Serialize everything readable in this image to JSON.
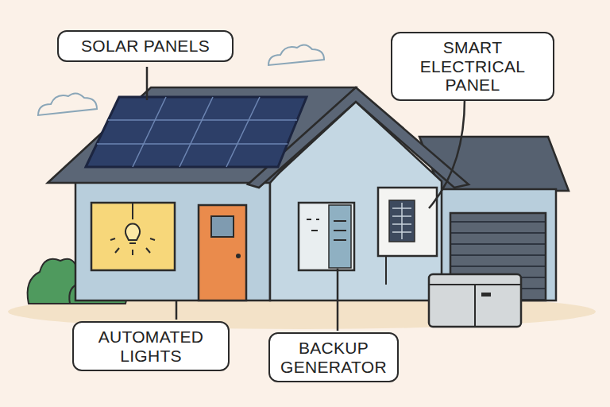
{
  "diagram": {
    "nodes": [
      {
        "text": [
          "SOLAR PANELS"
        ]
      },
      {
        "text": [
          "SMART ELECTRICAL PANEL"
        ]
      },
      {
        "text": [
          "AUTOMATED LIGHTS"
        ]
      },
      {
        "text": [
          "BACKUP GENERATOR"
        ]
      }
    ]
  }
}
